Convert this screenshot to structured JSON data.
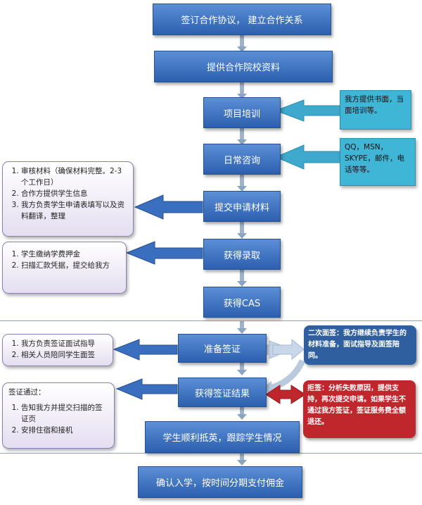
{
  "steps": [
    "签订合作协议， 建立合作关系",
    "提供合作院校资料",
    "项目培训",
    "日常咨询",
    "提交申请材料",
    "获得录取",
    "获得CAS",
    "准备签证",
    "获得签证结果",
    "学生顺利抵英，跟踪学生情况",
    "确认入学，按时间分期支付佣金"
  ],
  "callouts": {
    "training": "我方提供书面，当面培训等。",
    "consult": "QQ，MSN，SKYPE，邮件，电话等等。"
  },
  "left_panels": {
    "submit": [
      "审核材料（确保材料完整。2-3 个工作日）",
      "合作方提供学生信息",
      "我方负责学生申请表填写以及资料翻译，整理"
    ],
    "offer": [
      "学生缴纳学费押金",
      "扫描汇款凭据，提交给我方"
    ],
    "visa": [
      "我方负责签证面试指导",
      "相关人员陪同学生面签"
    ],
    "visa_result_title": "签证通过：",
    "visa_result": [
      "告知我方并提交扫描的签证页",
      "安排住宿和接机"
    ]
  },
  "right_notes": {
    "second_interview": "二次面签：我方继续负责学生的材料准备，面试指导及面签陪同。",
    "refusal": "拒签：分析失败原因，提供支持，再次提交申请。如果学生不通过我方签证，签证服务费全额退还。"
  },
  "colors": {
    "box": "#3a6fc0",
    "callout": "#40b6d6",
    "refusal": "#c0272d",
    "panel_border": "#8a7fb3"
  }
}
